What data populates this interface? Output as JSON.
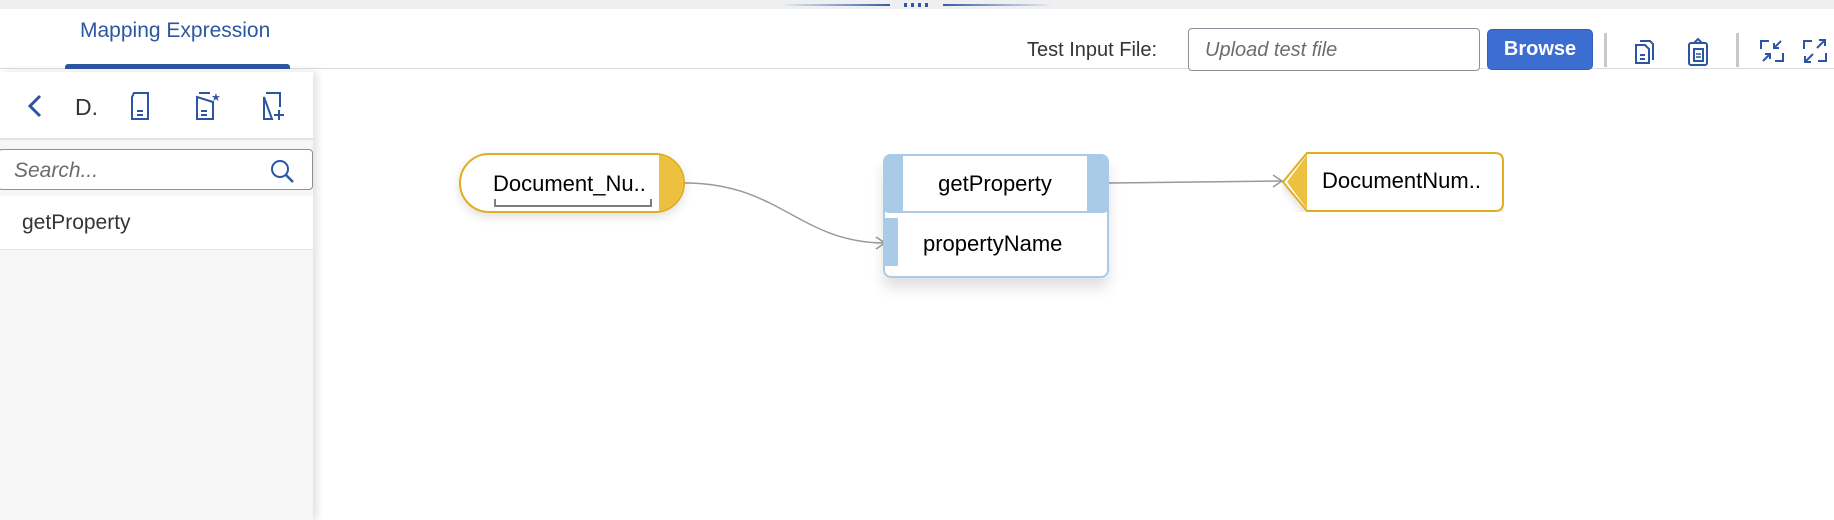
{
  "header": {
    "tab_label": "Mapping Expression",
    "test_input_label": "Test Input File:",
    "upload_placeholder": "Upload test file",
    "browse_label": "Browse",
    "icons": [
      "copy-icon",
      "paste-icon",
      "collapse-icon",
      "expand-icon"
    ]
  },
  "sidebar": {
    "back_icon": "chevron-left-icon",
    "title": "D.",
    "toolbar_icons": [
      "document-icon",
      "document-favorite-icon",
      "document-add-icon"
    ],
    "search_placeholder": "Search...",
    "items": [
      {
        "label": "getProperty"
      }
    ]
  },
  "canvas": {
    "source_node": {
      "label": "Document_Nu..",
      "color": "#ecc13f"
    },
    "function_node": {
      "label": "getProperty",
      "param": "propertyName",
      "color": "#aacbe8"
    },
    "target_node": {
      "label": "DocumentNum..",
      "color": "#ecc13f"
    }
  },
  "colors": {
    "accent": "#2c56a3",
    "button": "#3b6ed0",
    "connector": "#999999"
  }
}
